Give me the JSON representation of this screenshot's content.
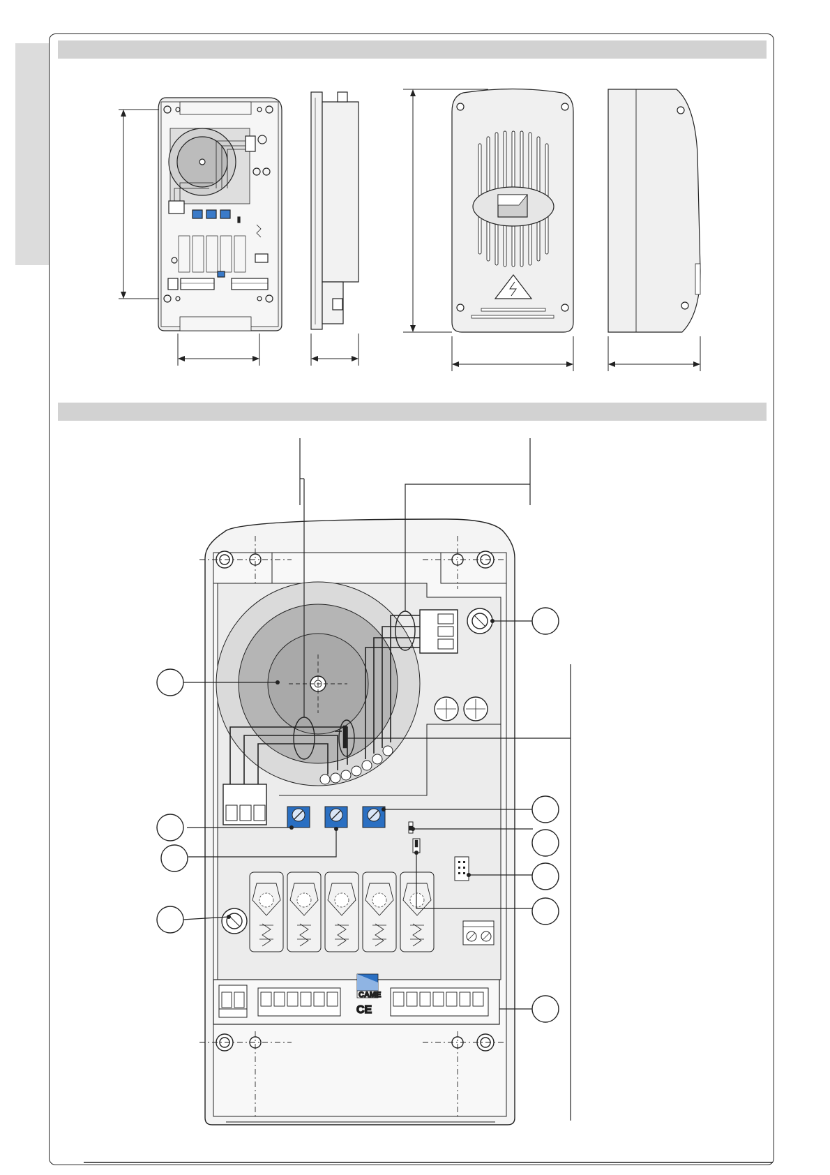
{
  "page": {
    "sections": [
      {
        "id": "section-dimensions"
      },
      {
        "id": "section-components"
      }
    ]
  },
  "board": {
    "brand": "CAME",
    "mark": "CE"
  },
  "colors": {
    "line": "#222222",
    "panel": "#ececec",
    "shade": "#d9d9d9",
    "speaker_dark": "#a9a9a9",
    "speaker_mid": "#bdbdbd",
    "speaker_light": "#dadada",
    "trimmer_blue": "#2a6fc2",
    "section_bar": "#d2d2d2",
    "tab": "#dcdcdc"
  },
  "callouts": {
    "left": [
      "",
      "",
      "",
      ""
    ],
    "right": [
      "",
      "",
      "",
      "",
      "",
      ""
    ]
  }
}
